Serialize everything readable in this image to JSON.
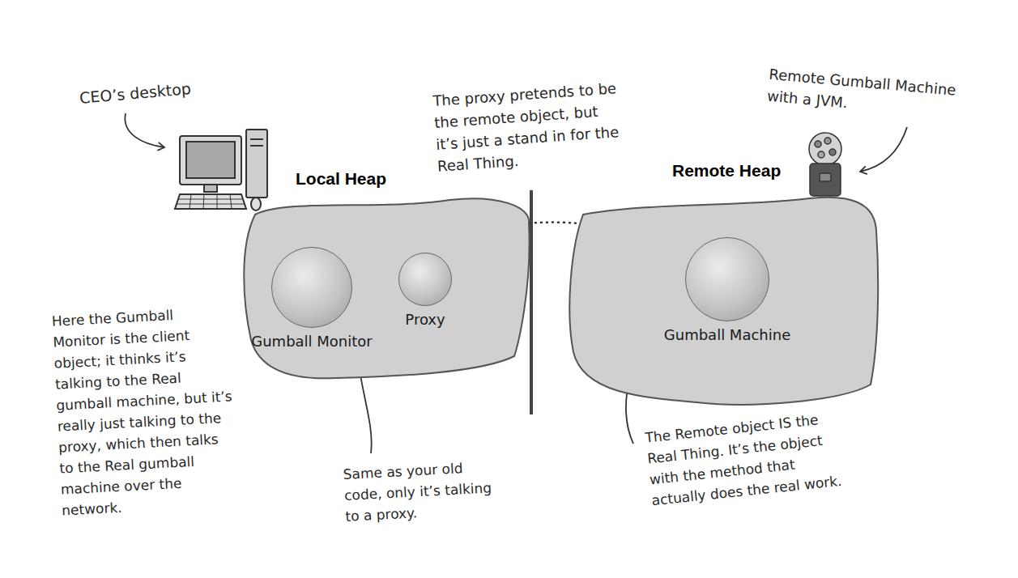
{
  "diagram": {
    "nodes": [
      {
        "text": [
          "Local Heap"
        ]
      },
      {
        "text": [
          "Gumball Monitor"
        ],
        "in": 0
      },
      {
        "text": [
          "Proxy"
        ],
        "in": 0
      },
      {
        "text": [
          "Remote Heap"
        ]
      },
      {
        "text": [
          "Gumball Machine"
        ],
        "in": 3
      }
    ],
    "edges": [
      {
        "from": 1,
        "to": 2,
        "arrow": "to"
      },
      {
        "from": 2,
        "to": 4,
        "arrow": "to"
      }
    ],
    "labels": [
      "CEO’s desktop",
      "The proxy pretends to be the remote object, but it’s just a stand in for the Real Thing.",
      "Remote Gumball Machine with a JVM.",
      "Here the Gumball Monitor is the client object; it thinks it’s talking to the Real gumball machine, but it’s really just talking to the proxy, which then talks to the Real gumball machine over the network.",
      "Same as your old code, only it’s talking to a proxy.",
      "The Remote object IS the Real Thing. It’s the object with the method that actually does the real work."
    ]
  }
}
